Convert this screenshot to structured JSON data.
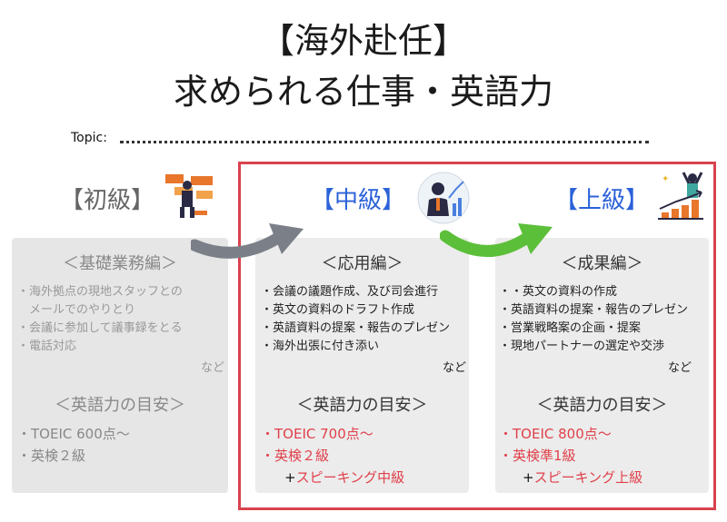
{
  "title": {
    "line1": "【海外赴任】",
    "line2": "求められる仕事・英語力"
  },
  "topic": {
    "label": "Topic:"
  },
  "levels": [
    {
      "name": "【初級】",
      "section": "＜基礎業務編＞",
      "tasks": [
        "・海外拠点の現地スタッフとの",
        "　メールでのやりとり",
        "・会議に参加して議事録をとる",
        "・電話対応"
      ],
      "nado": "など",
      "eng_header": "＜英語力の目安＞",
      "eng": [
        "・TOEIC 600点〜",
        "・英検２級"
      ]
    },
    {
      "name": "【中級】",
      "section": "＜応用編＞",
      "tasks": [
        "・会議の議題作成、及び司会進行",
        "・英文の資料のドラフト作成",
        "・英語資料の提案・報告のプレゼン",
        "・海外出張に付き添い"
      ],
      "nado": "など",
      "eng_header": "＜英語力の目安＞",
      "eng": [
        "・TOEIC 700点〜",
        "・英検２級"
      ],
      "plus": "+",
      "speaking": "スピーキング中級"
    },
    {
      "name": "【上級】",
      "section": "＜成果編＞",
      "tasks": [
        "・・英文の資料の作成",
        "・英語資料の提案・報告のプレゼン",
        "・営業戦略案の企画・提案",
        "・現地パートナーの選定や交渉"
      ],
      "nado": "など",
      "eng_header": "＜英語力の目安＞",
      "eng": [
        "・TOEIC 800点〜",
        "・英検準1級"
      ],
      "plus": "+",
      "speaking": "スピーキング上級"
    }
  ],
  "colors": {
    "frame": "#d9434e",
    "blue": "#2b62d9",
    "red_text": "#e0404a",
    "arrow_gray": "#7b8088",
    "arrow_green": "#5cbf3a"
  },
  "icons": [
    "worker-icon",
    "chart-person-icon",
    "success-icon",
    "gray-arrow-icon",
    "green-arrow-icon"
  ]
}
